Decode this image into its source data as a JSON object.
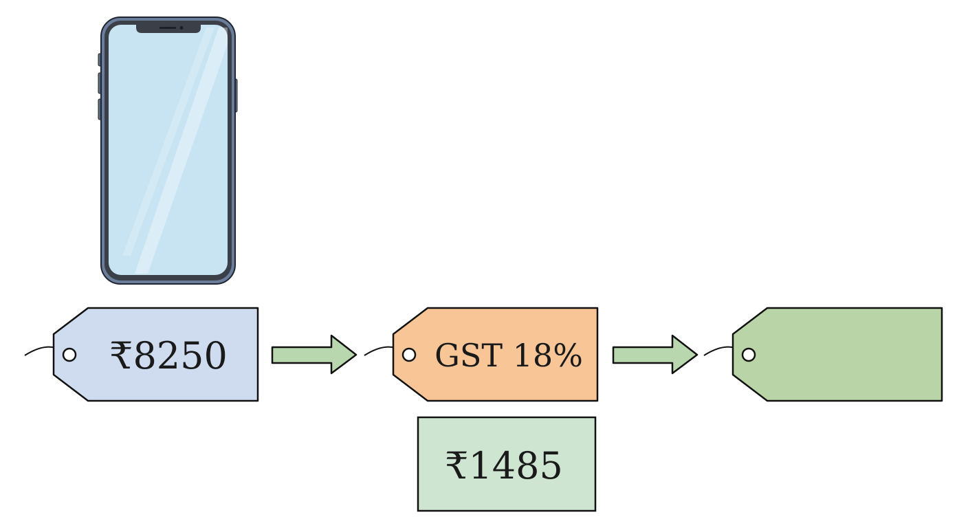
{
  "diagram": {
    "tags": [
      {
        "label": "₹8250",
        "color": "#cfdcef"
      },
      {
        "label": "GST 18%",
        "color": "#f8c596"
      },
      {
        "label": "",
        "color": "#b9d5a7"
      }
    ],
    "tax_box": {
      "label": "₹1485",
      "color": "#cde5d1"
    },
    "arrow_color": "#b9d7ae",
    "phone_screen_color": "#c8e4f2"
  }
}
